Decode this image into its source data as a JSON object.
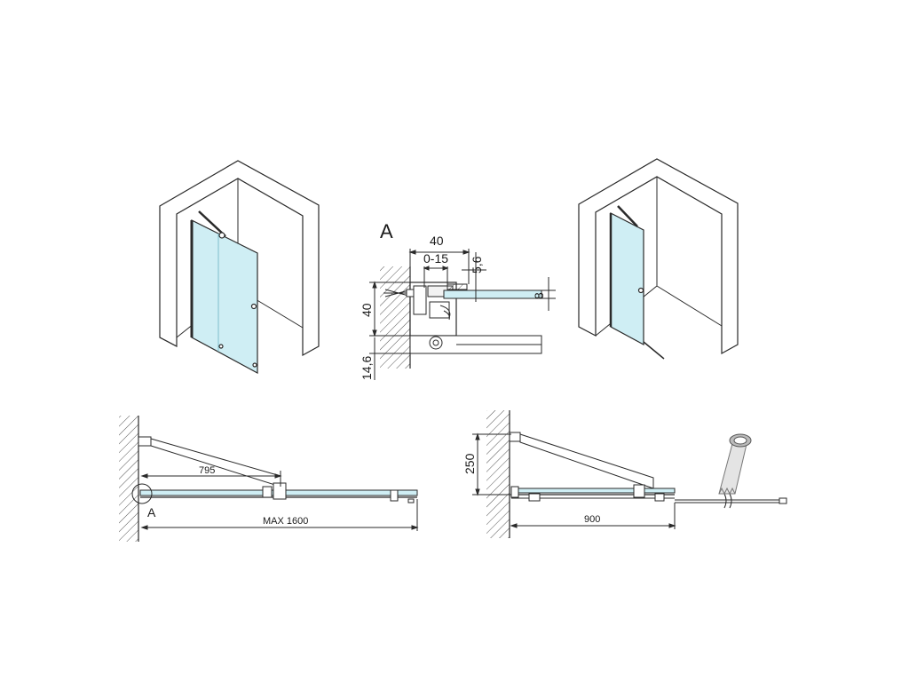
{
  "detail_a": {
    "callout": "A",
    "dim_width": "40",
    "dim_adjust": "0-15",
    "dim_gap": "5,6",
    "dim_glass": "8",
    "dim_height": "40",
    "dim_bottom": "14,6"
  },
  "plan_left": {
    "dim_arm": "795",
    "dim_max": "MAX 1600",
    "callout": "A"
  },
  "plan_right": {
    "dim_height": "250",
    "dim_width": "900"
  },
  "colors": {
    "glass": "#cfeef4",
    "glass_dark": "#9fd6e2",
    "line": "#2a2a2a",
    "hatch": "#555555"
  }
}
